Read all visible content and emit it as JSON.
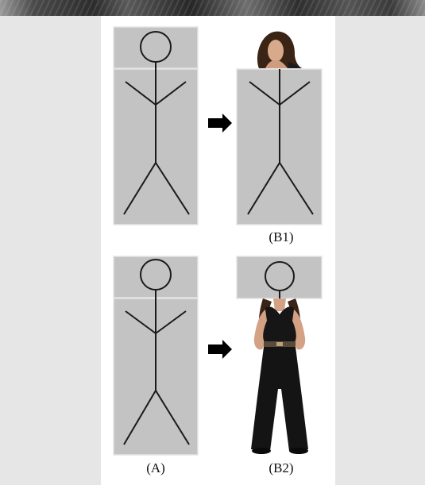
{
  "labels": {
    "a": "(A)",
    "b1": "(B1)",
    "b2": "(B2)"
  },
  "colors": {
    "box_fill": "#c3c3c3",
    "stroke": "#1a1a1a",
    "arrow": "#000000",
    "background": "#e6e6e6",
    "panel": "#ffffff"
  }
}
